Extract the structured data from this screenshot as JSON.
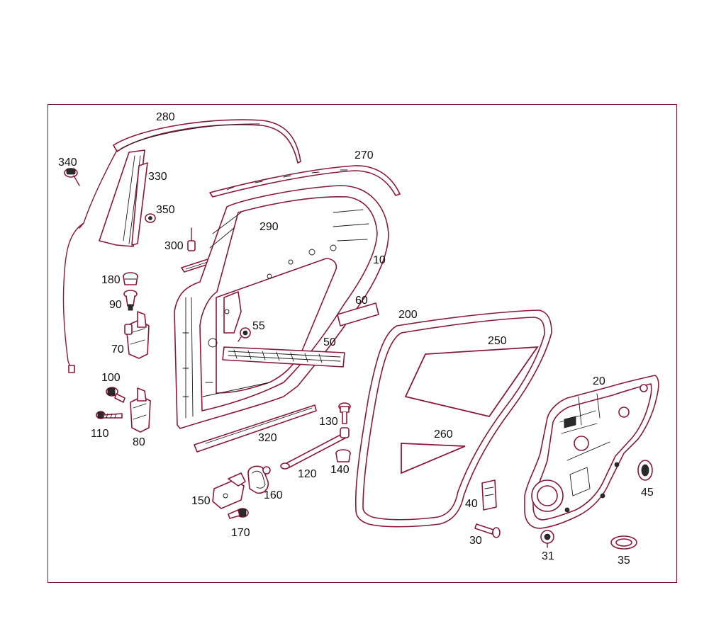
{
  "diagram": {
    "part_labels": {
      "p10": "10",
      "p20": "20",
      "p30": "30",
      "p31": "31",
      "p35": "35",
      "p40": "40",
      "p45": "45",
      "p50": "50",
      "p55": "55",
      "p60": "60",
      "p70": "70",
      "p80": "80",
      "p90": "90",
      "p100": "100",
      "p110": "110",
      "p120": "120",
      "p130": "130",
      "p140": "140",
      "p150": "150",
      "p160": "160",
      "p170": "170",
      "p180": "180",
      "p200": "200",
      "p250": "250",
      "p260": "260",
      "p270": "270",
      "p280": "280",
      "p290": "290",
      "p300": "300",
      "p320": "320",
      "p330": "330",
      "p340": "340",
      "p350": "350"
    },
    "colors": {
      "frame": "#7a1430",
      "part_outline": "#8a1838",
      "ink": "#111111"
    }
  }
}
